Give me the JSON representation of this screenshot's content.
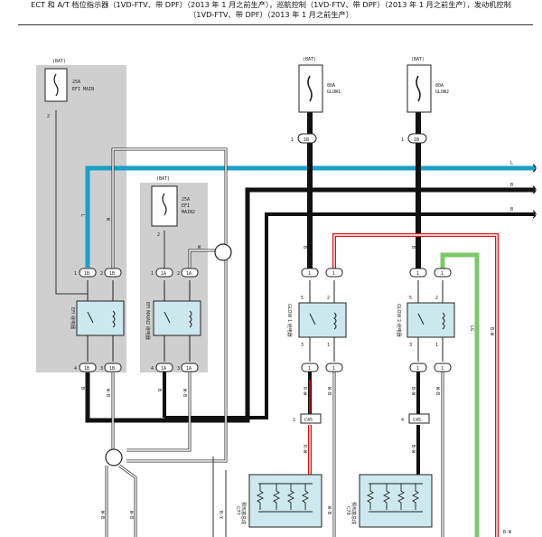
{
  "header": {
    "line1": "ECT 和 A/T 档位指示器（1VD-FTV、带 DPF）（2013 年 1 月之前生产），巡航控制（1VD-FTV、带 DPF）（2013 年 1 月之前生产），发动机控制",
    "line2": "（1VD-FTV、带 DPF）（2013 年 1 月之前生产）"
  },
  "fuses": [
    {
      "source": "(BAT)",
      "rating": "25A",
      "name": "EFI MAIN",
      "pin": "2"
    },
    {
      "source": "(BAT)",
      "rating": "25A",
      "name": "EFI",
      "name2": "MAIN2",
      "pin": "2"
    },
    {
      "source": "(BAT)",
      "rating": "80A",
      "name": "GLOW1"
    },
    {
      "source": "(BAT)",
      "rating": "80A",
      "name": "GLOW2"
    }
  ],
  "relays": [
    {
      "name": "EFI 继电器",
      "pins_top": [
        "1",
        "2"
      ],
      "pins_bottom": [
        "4",
        "3"
      ],
      "conn_top": [
        "1B",
        "1B"
      ],
      "conn_bottom": [
        "1B",
        "1B"
      ]
    },
    {
      "name": "EFI MAIN2 继电器",
      "pins_top": [
        "1",
        "2"
      ],
      "pins_bottom": [
        "4",
        "3"
      ],
      "conn_top": [
        "1A",
        "1A"
      ],
      "conn_bottom": [
        "1A",
        "1A"
      ]
    },
    {
      "name": "GLOW 1 继电器",
      "pins_top": [
        "5",
        "2"
      ],
      "pins_bottom": [
        "3",
        "1"
      ]
    },
    {
      "name": "GLOW 2 继电器",
      "pins_top": [
        "5",
        "2"
      ],
      "pins_bottom": [
        "3",
        "1"
      ]
    }
  ],
  "connectors": {
    "bat1": "1B",
    "bat2": "1B",
    "c_left": "C45",
    "c_right": "C45"
  },
  "wires": {
    "L": "L",
    "B1": "B",
    "B2": "B",
    "W": "W",
    "WB": "W-B",
    "B": "B",
    "RW": "R-W",
    "BW": "B-W",
    "LG": "LG",
    "BY": "B-Y",
    "R": "R"
  },
  "plugs": [
    {
      "id": "C77",
      "name": "预热塞总成"
    },
    {
      "id": "C78",
      "name": "预热塞总成"
    }
  ]
}
